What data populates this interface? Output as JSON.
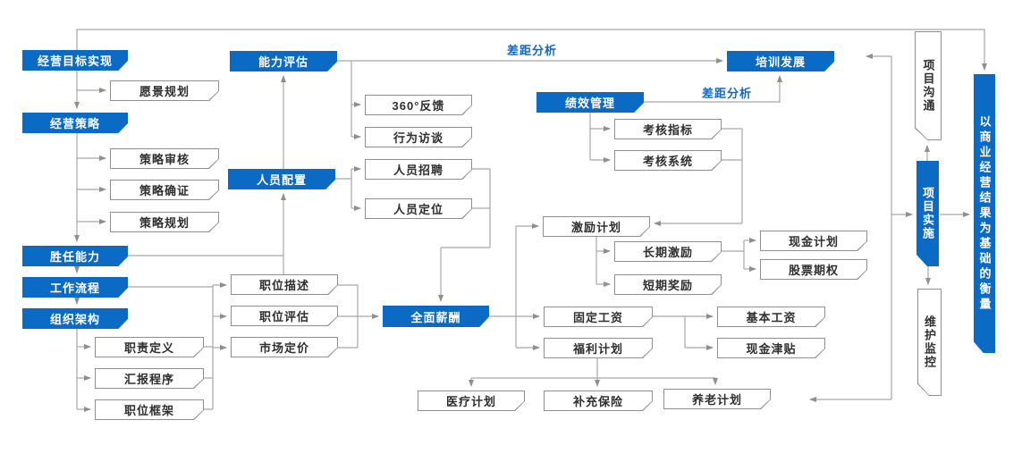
{
  "colors": {
    "primary_blue": "#0b6ac4",
    "annotation_blue": "#1467c8",
    "connector_gray": "#a8a8a8",
    "box_border_gray": "#8f8f8f",
    "box_text_dark": "#2f2f2f"
  },
  "labels": {
    "gap_analysis_top": "差距分析",
    "gap_analysis_mid": "差距分析"
  },
  "nodes": {
    "business-goal": "经营目标实现",
    "vision-plan": "愿景规划",
    "business-strategy": "经营策略",
    "strategy-review": "策略审核",
    "strategy-confirm": "策略确证",
    "strategy-plan": "策略规划",
    "competency": "胜任能力",
    "workflow": "工作流程",
    "org-structure": "组织架构",
    "duty-define": "职责定义",
    "report-procedure": "汇报程序",
    "position-frame": "职位框架",
    "ability-eval": "能力评估",
    "feedback-360": "360°反馈",
    "behavior-interview": "行为访谈",
    "staffing": "人员配置",
    "recruiting": "人员招聘",
    "positioning": "人员定位",
    "job-desc": "职位描述",
    "job-eval": "职位评估",
    "market-pricing": "市场定价",
    "total-comp": "全面薪酬",
    "performance-mgmt": "绩效管理",
    "kpi": "考核指标",
    "assess-system": "考核系统",
    "incentive-plan": "激励计划",
    "long-term-incentive": "长期激励",
    "short-term-bonus": "短期奖励",
    "cash-plan": "现金计划",
    "stock-option": "股票期权",
    "fixed-salary": "固定工资",
    "base-salary": "基本工资",
    "cash-allowance": "现金津贴",
    "benefit-plan": "福利计划",
    "medical-plan": "医疗计划",
    "supplement-insurance": "补充保险",
    "pension-plan": "养老计划",
    "training-dev": "培训发展",
    "project-comm": "项目沟通",
    "project-impl": "项目实施",
    "maintain-monitor": "维护监控",
    "business-measure": "以商业经营结果为基础的衡量"
  }
}
